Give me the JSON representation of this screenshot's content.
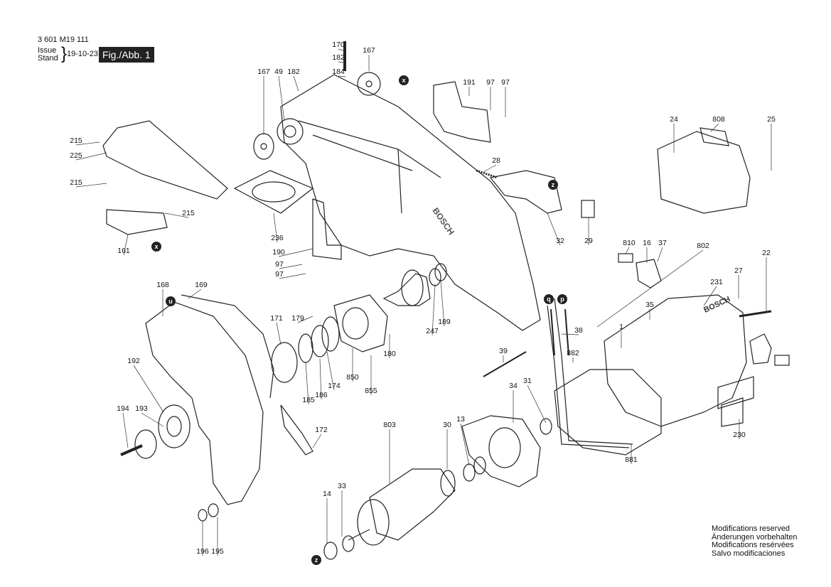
{
  "header": {
    "part_number": "3 601 M19 111",
    "issue_label_en": "Issue",
    "issue_label_de": "Stand",
    "issue_date": "19-10-23",
    "figure_label": "Fig./Abb. 1"
  },
  "footer": {
    "notes": [
      "Modifications reserved",
      "Änderungen vorbehalten",
      "Modifications resérvées",
      "Salvo modificaciones"
    ]
  },
  "diagram": {
    "type": "exploded parts diagram",
    "part_labels": [
      "170",
      "182",
      "184",
      "167",
      "167",
      "49",
      "182",
      "191",
      "97",
      "97",
      "215",
      "225",
      "215",
      "215",
      "161",
      "236",
      "28",
      "32",
      "29",
      "190",
      "97",
      "97",
      "24",
      "808",
      "25",
      "810",
      "16",
      "37",
      "802",
      "27",
      "22",
      "231",
      "168",
      "169",
      "171",
      "179",
      "189",
      "247",
      "180",
      "35",
      "1",
      "38",
      "39",
      "882",
      "192",
      "850",
      "174",
      "186",
      "185",
      "855",
      "34",
      "31",
      "194",
      "193",
      "803",
      "30",
      "13",
      "172",
      "230",
      "881",
      "14",
      "33",
      "196",
      "195"
    ],
    "reference_markers": [
      "x",
      "x",
      "z",
      "z",
      "u",
      "q",
      "p"
    ],
    "housing_brand_text": "BOSCH",
    "motor_brand_text": "BOSCH"
  }
}
